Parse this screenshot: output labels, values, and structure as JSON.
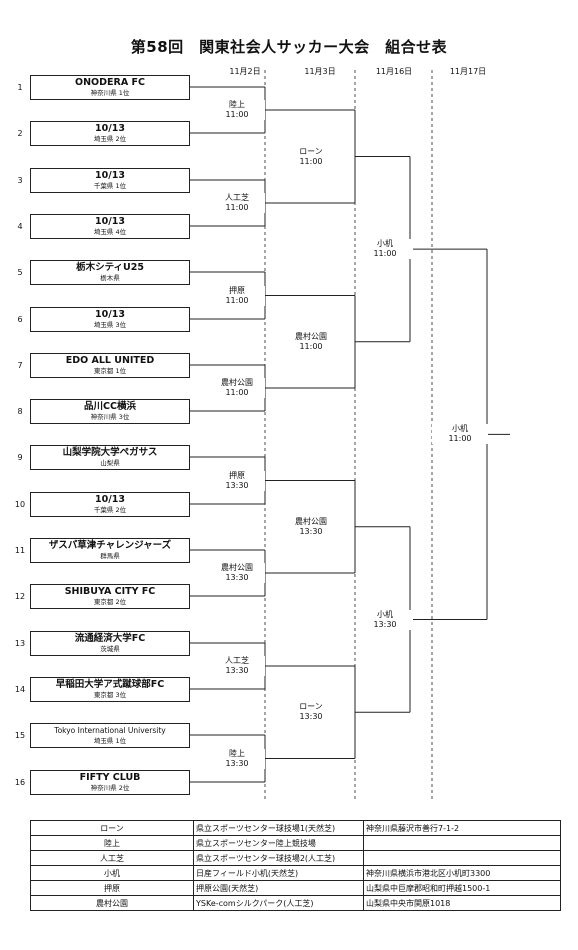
{
  "title": "第58回　関東社会人サッカー大会　組合せ表",
  "dates": [
    "11月2日",
    "11月3日",
    "11月16日",
    "11月17日"
  ],
  "teams": [
    {
      "no": "1",
      "name": "ONODERA FC",
      "sub": "神奈川県 1位"
    },
    {
      "no": "2",
      "name": "10/13",
      "sub": "埼玉県 2位"
    },
    {
      "no": "3",
      "name": "10/13",
      "sub": "千葉県 1位"
    },
    {
      "no": "4",
      "name": "10/13",
      "sub": "埼玉県 4位"
    },
    {
      "no": "5",
      "name": "栃木シティU25",
      "sub": "栃木県"
    },
    {
      "no": "6",
      "name": "10/13",
      "sub": "埼玉県 3位"
    },
    {
      "no": "7",
      "name": "EDO ALL UNITED",
      "sub": "東京都 1位"
    },
    {
      "no": "8",
      "name": "品川CC横浜",
      "sub": "神奈川県 3位"
    },
    {
      "no": "9",
      "name": "山梨学院大学ペガサス",
      "sub": "山梨県"
    },
    {
      "no": "10",
      "name": "10/13",
      "sub": "千葉県 2位"
    },
    {
      "no": "11",
      "name": "ザスパ草津チャレンジャーズ",
      "sub": "群馬県"
    },
    {
      "no": "12",
      "name": "SHIBUYA CITY FC",
      "sub": "東京都 2位"
    },
    {
      "no": "13",
      "name": "流通経済大学FC",
      "sub": "茨城県"
    },
    {
      "no": "14",
      "name": "早稲田大学ア式蹴球部FC",
      "sub": "東京都 3位"
    },
    {
      "no": "15",
      "name": "Tokyo International University",
      "sub": "埼玉県 1位"
    },
    {
      "no": "16",
      "name": "FIFTY CLUB",
      "sub": "神奈川県 2位"
    }
  ],
  "round1": [
    {
      "venue": "陸上",
      "time": "11:00"
    },
    {
      "venue": "人工芝",
      "time": "11:00"
    },
    {
      "venue": "押原",
      "time": "11:00"
    },
    {
      "venue": "農村公園",
      "time": "11:00"
    },
    {
      "venue": "押原",
      "time": "13:30"
    },
    {
      "venue": "農村公園",
      "time": "13:30"
    },
    {
      "venue": "人工芝",
      "time": "13:30"
    },
    {
      "venue": "陸上",
      "time": "13:30"
    }
  ],
  "round2": [
    {
      "venue": "ローン",
      "time": "11:00"
    },
    {
      "venue": "農村公園",
      "time": "11:00"
    },
    {
      "venue": "農村公園",
      "time": "13:30"
    },
    {
      "venue": "ローン",
      "time": "13:30"
    }
  ],
  "round3": [
    {
      "venue": "小机",
      "time": "11:00"
    },
    {
      "venue": "小机",
      "time": "13:30"
    }
  ],
  "final": {
    "venue": "小机",
    "time": "11:00"
  },
  "venues": [
    {
      "name": "ローン",
      "facility": "県立スポーツセンター球技場1(天然芝)",
      "address": "神奈川県藤沢市善行7-1-2"
    },
    {
      "name": "陸上",
      "facility": "県立スポーツセンター陸上競技場",
      "address": ""
    },
    {
      "name": "人工芝",
      "facility": "県立スポーツセンター球技場2(人工芝)",
      "address": ""
    },
    {
      "name": "小机",
      "facility": "日産フィールド小机(天然芝)",
      "address": "神奈川県横浜市港北区小机町3300"
    },
    {
      "name": "押原",
      "facility": "押原公園(天然芝)",
      "address": "山梨県中巨摩郡昭和町押越1500-1"
    },
    {
      "name": "農村公園",
      "facility": "YSKe-comシルクパーク(人工芝)",
      "address": "山梨県中央市関原1018"
    }
  ]
}
